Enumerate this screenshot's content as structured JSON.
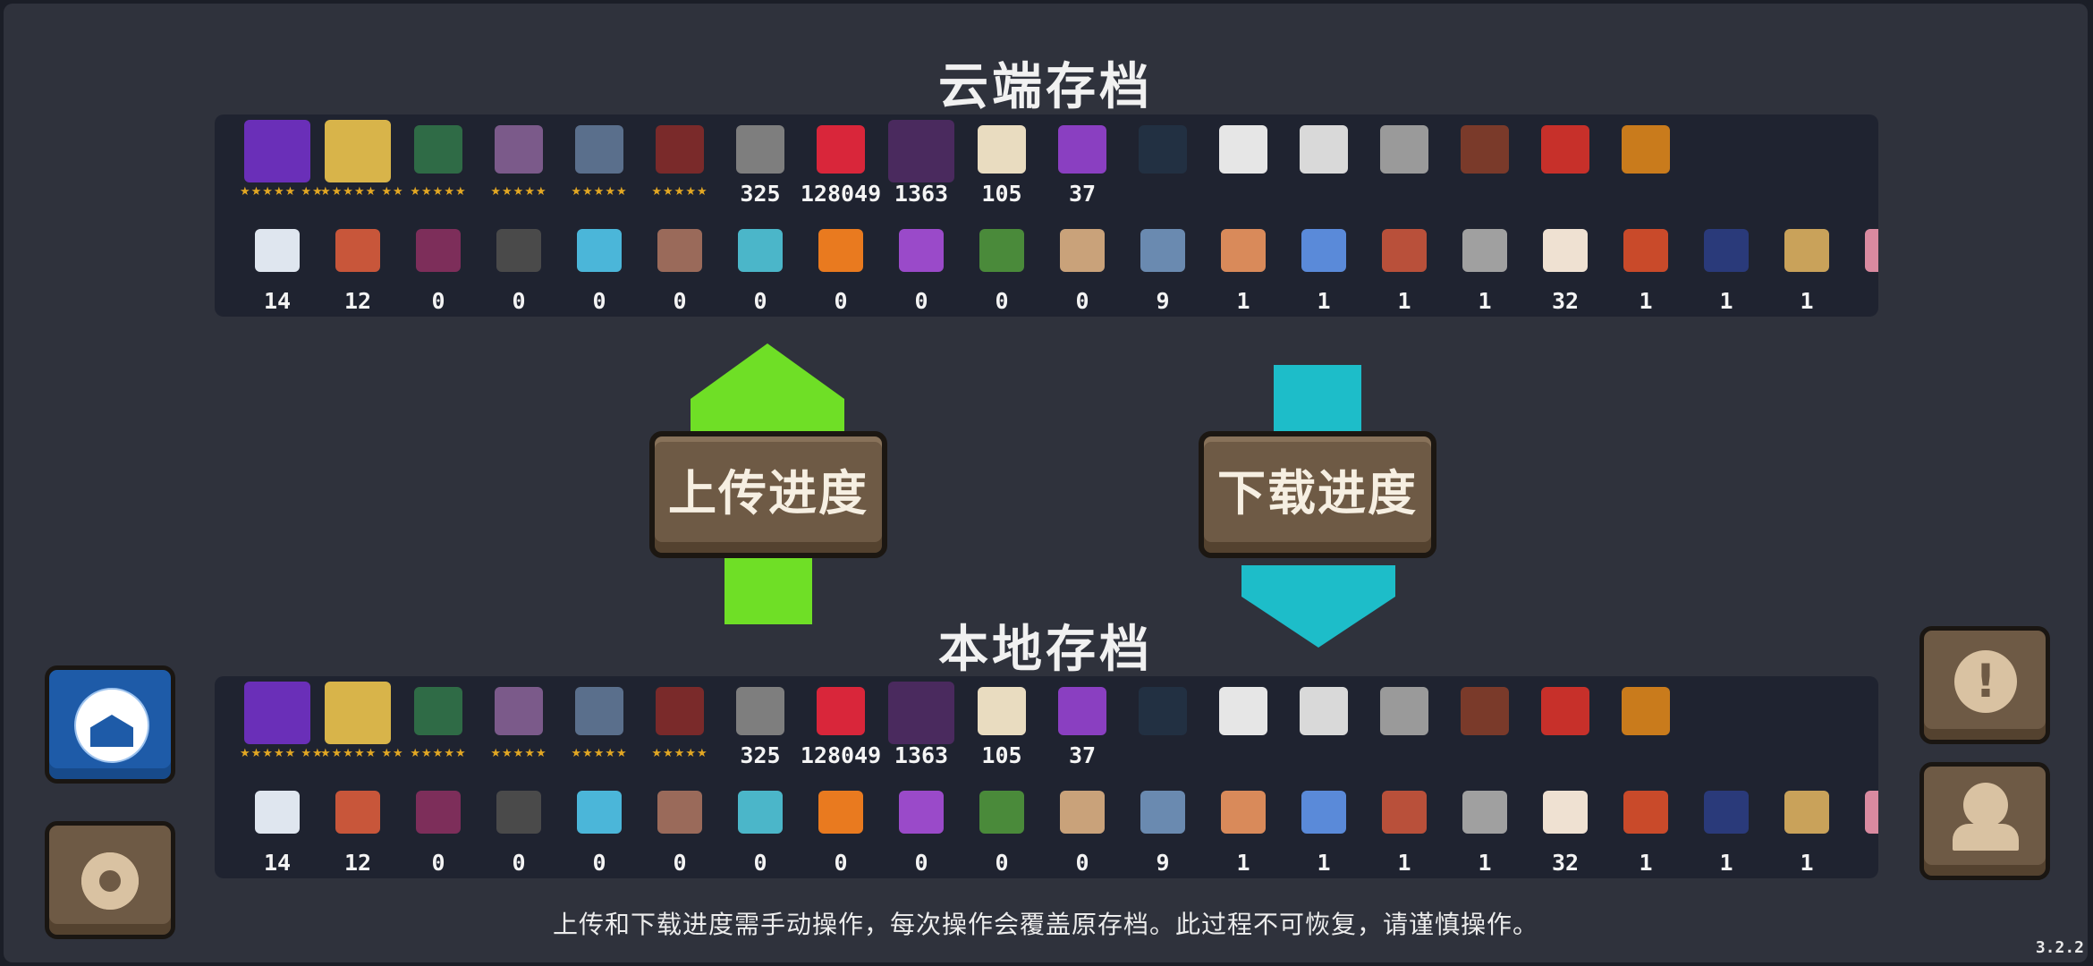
{
  "cloud_title": "云端存档",
  "local_title": "本地存档",
  "upload_label": "上传进度",
  "download_label": "下载进度",
  "notice_text": "上传和下载进度需手动操作，每次操作会覆盖原存档。此过程不可恢复，请谨慎操作。",
  "version": "3.2.2",
  "star_text": "★★★★★",
  "top_items": [
    {
      "icon": "wizard-pet-icon",
      "color": "#6a2fb8",
      "stars": "★★★★★ ★★",
      "value": ""
    },
    {
      "icon": "golden-drum-icon",
      "color": "#d8b44a",
      "stars": "★★★★★ ★★",
      "value": ""
    },
    {
      "icon": "green-machine-icon",
      "color": "#2f6b46",
      "stars": "★★★★★",
      "value": ""
    },
    {
      "icon": "books-icon",
      "color": "#7b5a8a",
      "stars": "★★★★★",
      "value": ""
    },
    {
      "icon": "pot-icon",
      "color": "#5a6f8c",
      "stars": "★★★★★",
      "value": ""
    },
    {
      "icon": "plant-pot-icon",
      "color": "#7a2a2a",
      "stars": "★★★★★",
      "value": ""
    },
    {
      "icon": "gun-icon",
      "color": "#7e7e7e",
      "stars": "",
      "value": "325"
    },
    {
      "icon": "red-ghost-icon",
      "color": "#d9263a",
      "stars": "",
      "value": "128049"
    },
    {
      "icon": "dark-beast-icon",
      "color": "#4a2a5e",
      "stars": "",
      "value": "1363"
    },
    {
      "icon": "card-icon",
      "color": "#e9dcc0",
      "stars": "",
      "value": "105"
    },
    {
      "icon": "purple-helmet-icon",
      "color": "#8a3fc1",
      "stars": "",
      "value": "37"
    },
    {
      "icon": "black-cat-icon",
      "color": "#223042",
      "stars": "",
      "value": ""
    },
    {
      "icon": "panda-icon",
      "color": "#e6e6e6",
      "stars": "",
      "value": ""
    },
    {
      "icon": "tap-sign-icon",
      "color": "#d9d9d9",
      "stars": "",
      "value": ""
    },
    {
      "icon": "seal-icon",
      "color": "#9a9a9a",
      "stars": "",
      "value": ""
    },
    {
      "icon": "rat-icon",
      "color": "#7a3a2a",
      "stars": "",
      "value": ""
    },
    {
      "icon": "red-demon-icon",
      "color": "#c7302a",
      "stars": "",
      "value": ""
    },
    {
      "icon": "flame-dragon-icon",
      "color": "#c97b1c",
      "stars": "",
      "value": ""
    }
  ],
  "bottom_items": [
    {
      "icon": "feather-icon",
      "color": "#dfe6ef",
      "value": "14"
    },
    {
      "icon": "ticket-icon",
      "color": "#c8563a",
      "value": "12"
    },
    {
      "icon": "book-icon",
      "color": "#7d2e5a",
      "value": "0"
    },
    {
      "icon": "paper-icon",
      "color": "#4a4a4a",
      "value": "0"
    },
    {
      "icon": "fish-icon",
      "color": "#4bb6d9",
      "value": "0"
    },
    {
      "icon": "map-icon",
      "color": "#9a6a5a",
      "value": "0"
    },
    {
      "icon": "shirt-icon",
      "color": "#4bb6c9",
      "value": "0"
    },
    {
      "icon": "carrot-icon",
      "color": "#e97a1f",
      "value": "0"
    },
    {
      "icon": "crystal-plant-icon",
      "color": "#9a4ac9",
      "value": "0"
    },
    {
      "icon": "green-block-icon",
      "color": "#4a8a3a",
      "value": "0"
    },
    {
      "icon": "jar-icon",
      "color": "#c9a27a",
      "value": "0"
    },
    {
      "icon": "fish-plate-icon",
      "color": "#6a8ab0",
      "value": "9"
    },
    {
      "icon": "tile-orange-icon",
      "color": "#d98a5a",
      "value": "1"
    },
    {
      "icon": "tile-blue-icon",
      "color": "#5a8ad9",
      "value": "1"
    },
    {
      "icon": "tile-red-icon",
      "color": "#b9503a",
      "value": "1"
    },
    {
      "icon": "tile-gray-icon",
      "color": "#a0a0a0",
      "value": "1"
    },
    {
      "icon": "sack-icon",
      "color": "#efe1d2",
      "value": "32"
    },
    {
      "icon": "tile-red2-icon",
      "color": "#c94a2a",
      "value": "1"
    },
    {
      "icon": "tile-navy-icon",
      "color": "#2a3a7a",
      "value": "1"
    },
    {
      "icon": "tile-tan-icon",
      "color": "#c9a25a",
      "value": "1"
    },
    {
      "icon": "tile-pink-icon",
      "color": "#d98aa0",
      "value": ""
    }
  ]
}
